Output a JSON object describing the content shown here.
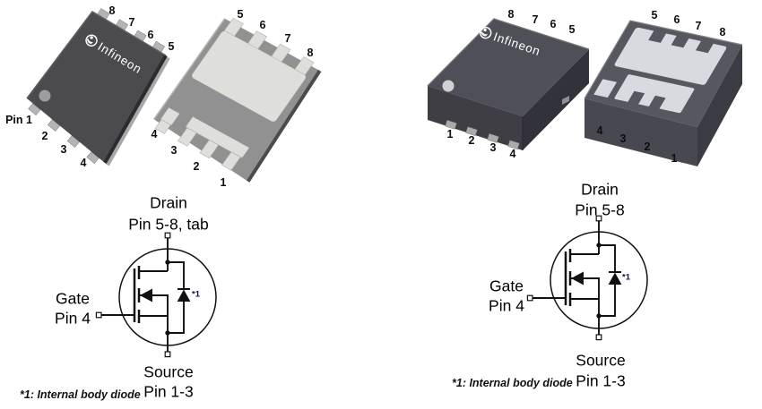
{
  "left": {
    "top_view": {
      "logo_text": "Infineon",
      "pins_top": [
        "8",
        "7",
        "6",
        "5"
      ],
      "pins_bottom": [
        "Pin 1",
        "2",
        "3",
        "4"
      ]
    },
    "bottom_view": {
      "pins_top": [
        "5",
        "6",
        "7",
        "8"
      ],
      "pins_bottom": [
        "4",
        "3",
        "2",
        "1"
      ]
    },
    "schematic": {
      "drain_title": "Drain",
      "drain_pins": "Pin 5-8, tab",
      "gate_title": "Gate",
      "gate_pin": "Pin 4",
      "source_title": "Source",
      "source_pins": "Pin 1-3",
      "diode_ref": "*1"
    },
    "footnote": "*1: Internal body diode"
  },
  "right": {
    "top_view": {
      "logo_text": "Infineon",
      "pins_top": [
        "8",
        "7",
        "6",
        "5"
      ],
      "pins_bottom": [
        "1",
        "2",
        "3",
        "4"
      ]
    },
    "bottom_view": {
      "pins_top": [
        "5",
        "6",
        "7",
        "8"
      ],
      "pins_bottom": [
        "4",
        "3",
        "2",
        "1"
      ]
    },
    "schematic": {
      "drain_title": "Drain",
      "drain_pins": "Pin 5-8",
      "gate_title": "Gate",
      "gate_pin": "Pin 4",
      "source_title": "Source",
      "source_pins": "Pin 1-3",
      "diode_ref": "*1"
    },
    "footnote": "*1: Internal body diode"
  },
  "colors": {
    "package_dark": "#4a4a4f",
    "package_gray": "#919191",
    "pad_light": "#dededb",
    "package_dark_right": "#4f4f57",
    "pad_light_right": "#d9d9e0"
  }
}
